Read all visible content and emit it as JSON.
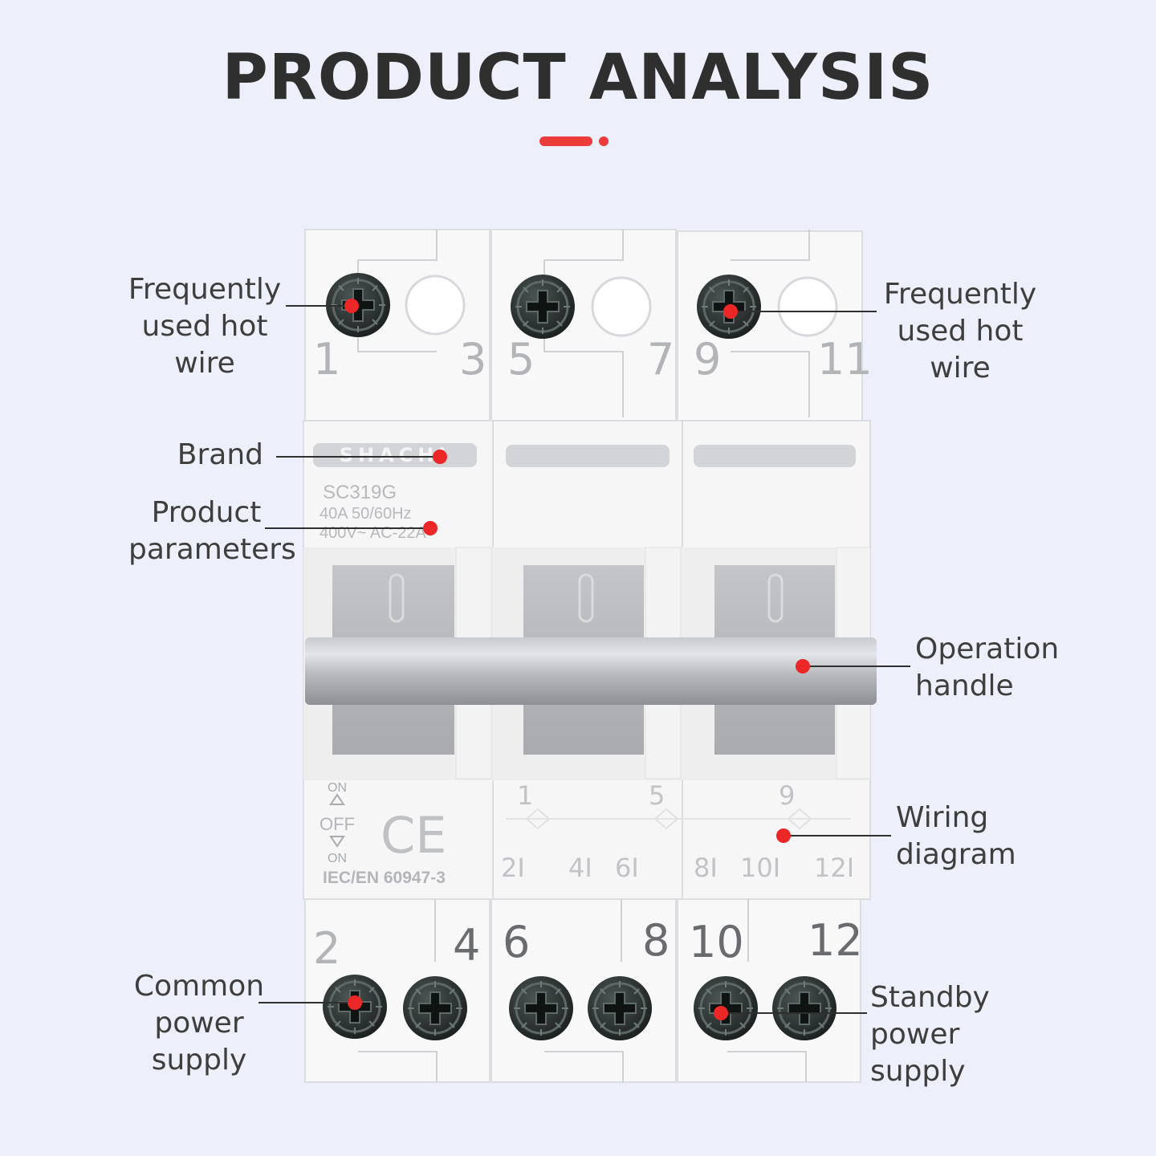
{
  "page": {
    "title": "PRODUCT ANALYSIS",
    "accent_color": "#ec3b3b"
  },
  "callouts": {
    "hot_wire_left": [
      "Frequently",
      "used hot wire"
    ],
    "hot_wire_right": [
      "Frequently",
      "used hot wire"
    ],
    "brand": "Brand",
    "product_parameters": [
      "Product",
      "parameters"
    ],
    "operation_handle": [
      "Operation",
      "handle"
    ],
    "wiring_diagram": [
      "Wiring",
      "diagram"
    ],
    "common_power": [
      "Common",
      "power supply"
    ],
    "standby_power": [
      "Standby power",
      "supply"
    ]
  },
  "device": {
    "brand": "SHACHI",
    "model": "SC319G",
    "rating_line1": "40A  50/60Hz",
    "rating_line2": "400V~  AC-22A",
    "mark_on_top": "ON",
    "mark_off": "OFF",
    "mark_on_bottom": "ON",
    "ce_mark": "CE",
    "standard": "IEC/EN 60947-3",
    "top_terminals": [
      "1",
      "3",
      "5",
      "7",
      "9",
      "11"
    ],
    "bottom_terminals": [
      "2",
      "4",
      "6",
      "8",
      "10",
      "12"
    ],
    "diagram_top_labels": [
      "1",
      "5",
      "9"
    ],
    "diagram_bottom_labels": [
      "2I",
      "4I",
      "6I",
      "8I",
      "10I",
      "12I"
    ]
  }
}
